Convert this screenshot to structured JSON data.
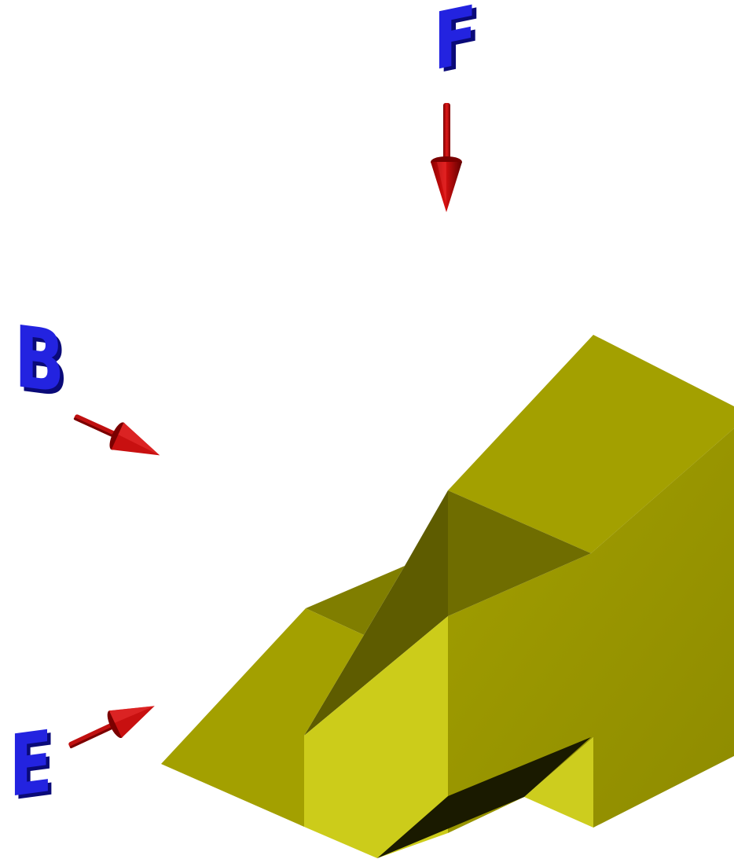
{
  "view_labels": {
    "front": "F",
    "back": "B",
    "end": "E"
  },
  "colors": {
    "label_front": "#2020d8",
    "label_side": "#0a0a78",
    "arrow_light": "#d81010",
    "arrow_dark": "#7a0000",
    "solid_top": "#a3a000",
    "solid_front_light": "#cccc1a",
    "solid_side": "#9a9600",
    "solid_shadow_inner": "#6e6c00",
    "solid_darkest": "#1a1a00"
  }
}
